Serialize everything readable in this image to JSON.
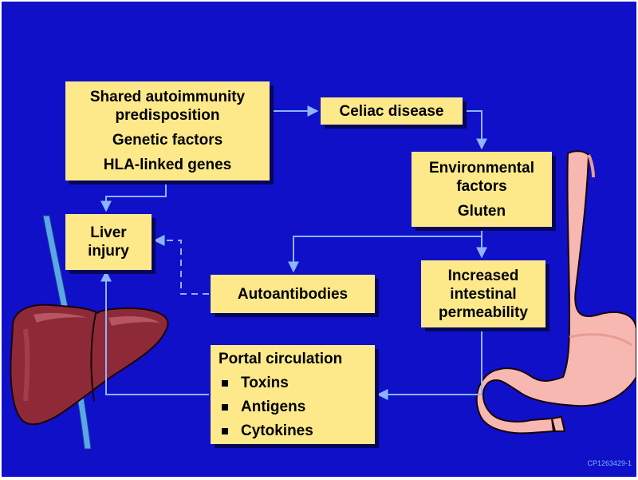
{
  "diagram": {
    "boxes": {
      "predisposition": {
        "lines": [
          "Shared autoimmunity",
          "predisposition"
        ],
        "sub": [
          "Genetic factors",
          "HLA-linked genes"
        ]
      },
      "celiac": {
        "label": "Celiac disease"
      },
      "environmental": {
        "lines": [
          "Environmental",
          "factors"
        ],
        "sub": "Gluten"
      },
      "liver_injury": {
        "lines": [
          "Liver",
          "injury"
        ]
      },
      "autoantibodies": {
        "label": "Autoantibodies"
      },
      "permeability": {
        "lines": [
          "Increased",
          "intestinal",
          "permeability"
        ]
      },
      "portal": {
        "title": "Portal circulation",
        "items": [
          "Toxins",
          "Antigens",
          "Cytokines"
        ]
      }
    },
    "reference_code": "CP1263429-1"
  },
  "colors": {
    "background": "#1010c8",
    "box_fill": "#fde98a",
    "box_shadow": "#07075a",
    "arrow": "#8cb4ff",
    "liver": "#8e2a37",
    "stomach": "#f6b8b0",
    "vessel": "#5aa7e8"
  },
  "illustrations": [
    "liver-illustration",
    "stomach-esophagus-illustration",
    "blood-vessel"
  ]
}
